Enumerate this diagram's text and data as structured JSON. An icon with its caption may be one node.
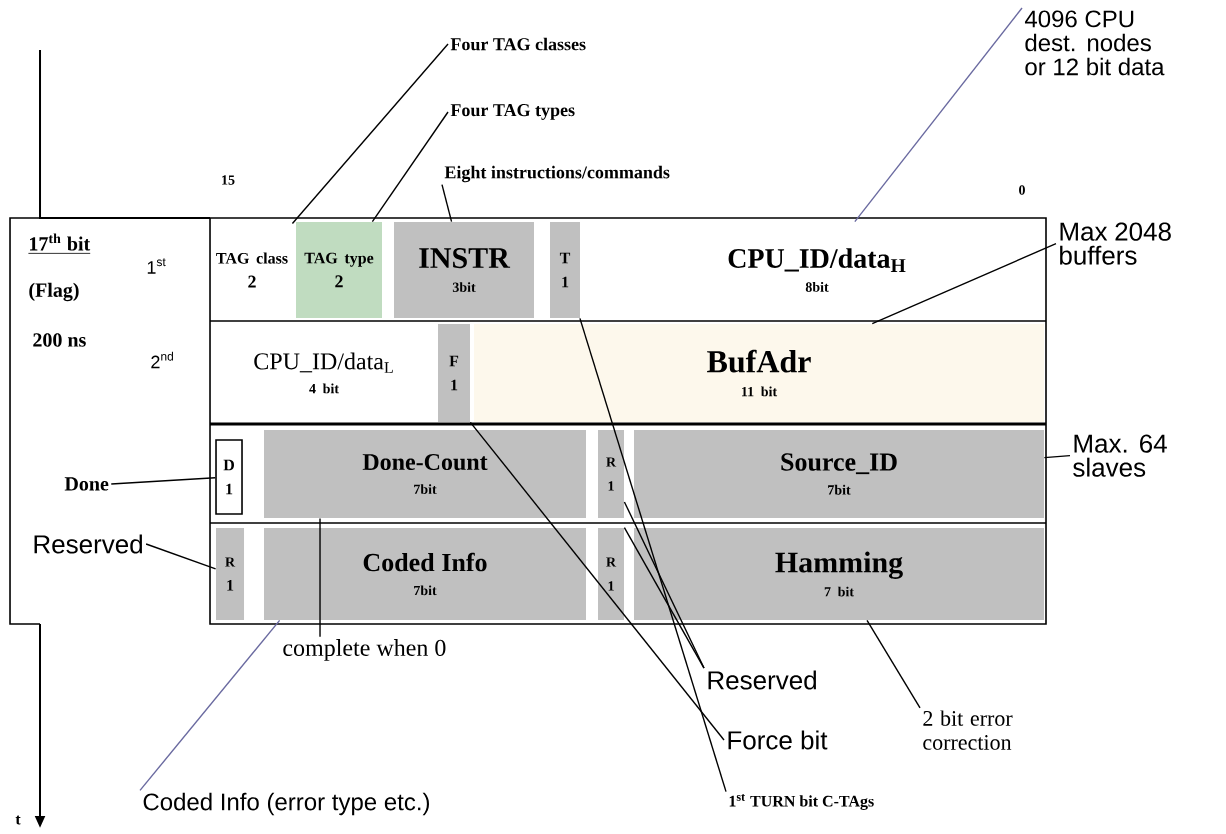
{
  "diagram": {
    "nodes": [
      {
        "text": [
          "TAG class",
          "2"
        ]
      },
      {
        "text": [
          "TAG type",
          "2"
        ]
      },
      {
        "text": [
          "INSTR",
          "3bit"
        ]
      },
      {
        "text": [
          "T",
          "1"
        ]
      },
      {
        "text": [
          "CPU_ID/data$_{H}$",
          "8bit"
        ]
      },
      {
        "text": [
          "CPU_ID/data$_{L}$",
          "4 bit"
        ]
      },
      {
        "text": [
          "F",
          "1"
        ]
      },
      {
        "text": [
          "BufAdr",
          "11 bit"
        ]
      },
      {
        "text": [
          "D",
          "1"
        ]
      },
      {
        "text": [
          "Done-Count",
          "7bit"
        ]
      },
      {
        "text": [
          "R",
          "1"
        ]
      },
      {
        "text": [
          "Source_ID",
          "7bit"
        ]
      },
      {
        "text": [
          "R",
          "1"
        ]
      },
      {
        "text": [
          "Coded Info",
          "7bit"
        ]
      },
      {
        "text": [
          "R",
          "1"
        ]
      },
      {
        "text": [
          "Hamming",
          "7 bit"
        ]
      },
      {
        "text": [
          "Four TAG classes"
        ]
      },
      {
        "text": [
          "Four TAG types"
        ]
      },
      {
        "text": [
          "Eight instructions/commands"
        ]
      },
      {
        "text": [
          "4096 CPU dest. nodes or 12 bit data"
        ]
      },
      {
        "text": [
          "Max 2048 buffers"
        ]
      },
      {
        "text": [
          "Max. 64 slaves"
        ]
      },
      {
        "text": [
          "Done"
        ]
      },
      {
        "text": [
          "Reserved"
        ]
      },
      {
        "text": [
          "complete when 0"
        ]
      },
      {
        "text": [
          "Reserved"
        ]
      },
      {
        "text": [
          "Force bit"
        ]
      },
      {
        "text": [
          "2 bit error correction"
        ]
      },
      {
        "text": [
          "Coded Info (error type etc.)"
        ]
      },
      {
        "text": [
          "1$^{st}$ TURN bit C-TAgs"
        ]
      }
    ],
    "edges": [
      {
        "from": 16,
        "to": 0,
        "arrow": "none"
      },
      {
        "from": 17,
        "to": 1,
        "arrow": "none"
      },
      {
        "from": 18,
        "to": 2,
        "arrow": "none"
      },
      {
        "from": 19,
        "to": 4,
        "arrow": "none",
        "color": "#6a6aa0"
      },
      {
        "from": 20,
        "to": 7,
        "arrow": "none"
      },
      {
        "from": 21,
        "to": 11,
        "arrow": "none"
      },
      {
        "from": 22,
        "to": 8,
        "arrow": "none"
      },
      {
        "from": 23,
        "to": 12,
        "arrow": "none"
      },
      {
        "from": 24,
        "to": 9,
        "arrow": "none"
      },
      {
        "from": 28,
        "to": 13,
        "arrow": "none",
        "color": "#6a6aa0"
      },
      {
        "from": 25,
        "to": 10,
        "arrow": "none"
      },
      {
        "from": 25,
        "to": 14,
        "arrow": "none"
      },
      {
        "from": 26,
        "to": 6,
        "arrow": "none"
      },
      {
        "from": 27,
        "to": 15,
        "arrow": "none"
      },
      {
        "from": 29,
        "to": 3,
        "arrow": "none"
      }
    ],
    "labels": [
      "15",
      "0",
      "17$^{th}$ bit",
      "(Flag)",
      "200 ns",
      "1$^{st}$",
      "2$^{nd}$",
      "t"
    ]
  }
}
